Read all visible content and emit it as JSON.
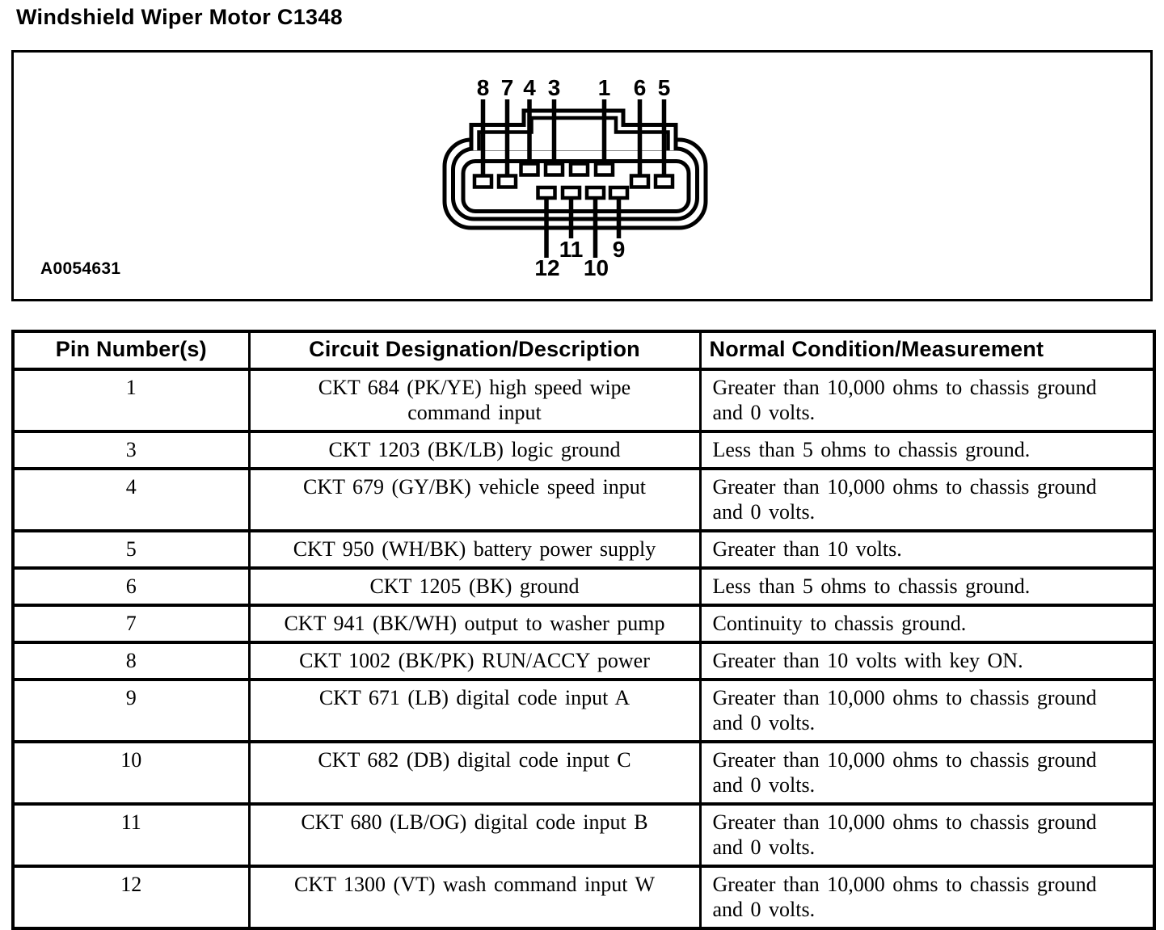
{
  "title": "Windshield Wiper Motor C1348",
  "figure": {
    "image_id": "A0054631",
    "pins_top": [
      "8",
      "7",
      "4",
      "3",
      "1",
      "6",
      "5"
    ],
    "pins_bottom": [
      "11",
      "9",
      "12",
      "10"
    ]
  },
  "table": {
    "headers": [
      "Pin Number(s)",
      "Circuit Designation/Description",
      "Normal Condition/Measurement"
    ],
    "rows": [
      {
        "pin": "1",
        "circuit": "CKT 684 (PK/YE) high speed wipe\ncommand input",
        "measurement": "Greater than 10,000 ohms to chassis ground\nand 0 volts."
      },
      {
        "pin": "3",
        "circuit": "CKT 1203 (BK/LB) logic ground",
        "measurement": "Less than 5 ohms to chassis ground."
      },
      {
        "pin": "4",
        "circuit": "CKT 679 (GY/BK) vehicle speed input",
        "measurement": "Greater than 10,000 ohms to chassis ground\nand 0 volts."
      },
      {
        "pin": "5",
        "circuit": "CKT 950 (WH/BK) battery power supply",
        "measurement": "Greater than 10 volts."
      },
      {
        "pin": "6",
        "circuit": "CKT 1205 (BK) ground",
        "measurement": "Less than 5 ohms to chassis ground."
      },
      {
        "pin": "7",
        "circuit": "CKT 941 (BK/WH) output to washer pump",
        "measurement": "Continuity to chassis ground."
      },
      {
        "pin": "8",
        "circuit": "CKT 1002 (BK/PK) RUN/ACCY power",
        "measurement": "Greater than 10 volts with key ON."
      },
      {
        "pin": "9",
        "circuit": "CKT 671 (LB) digital code input A",
        "measurement": "Greater than 10,000 ohms to chassis ground\nand 0 volts."
      },
      {
        "pin": "10",
        "circuit": "CKT 682 (DB) digital code input C",
        "measurement": "Greater than 10,000 ohms to chassis ground\nand 0 volts."
      },
      {
        "pin": "11",
        "circuit": "CKT 680 (LB/OG) digital code input B",
        "measurement": "Greater than 10,000 ohms to chassis ground\nand 0 volts."
      },
      {
        "pin": "12",
        "circuit": "CKT 1300 (VT) wash command input W",
        "measurement": "Greater than 10,000 ohms to chassis ground\nand 0 volts."
      }
    ]
  }
}
